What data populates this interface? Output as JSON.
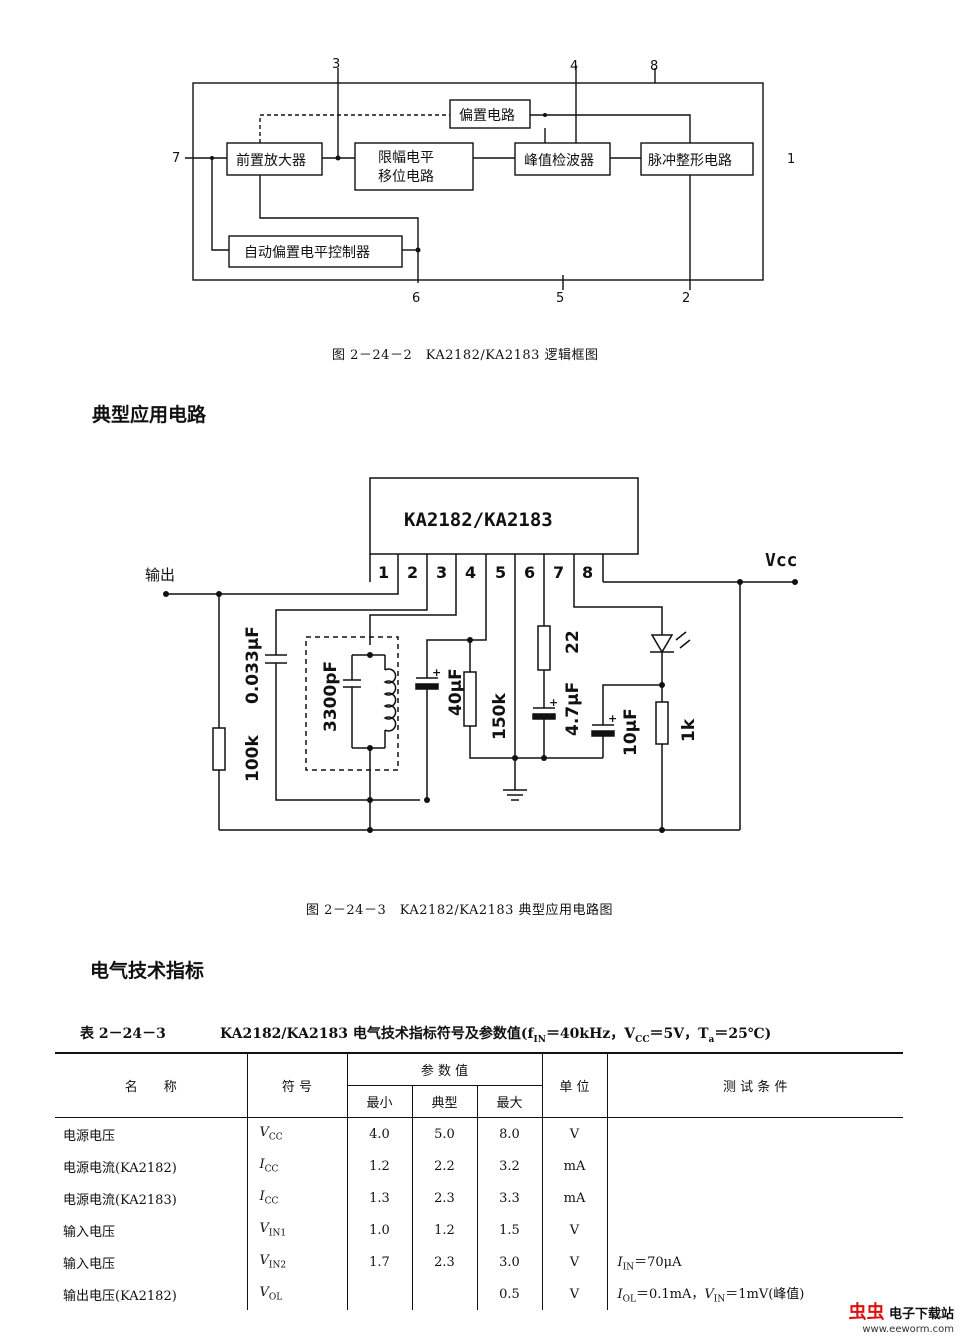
{
  "diagram1": {
    "blocks": {
      "preamp": "前置放大器",
      "limiter_line1": "限幅电平",
      "limiter_line2": "移位电路",
      "bias": "偏置电路",
      "peak": "峰值检波器",
      "pulse": "脉冲整形电路",
      "auto_bias": "自动偏置电平控制器"
    },
    "pins": {
      "p7": "7",
      "p3": "3",
      "p4": "4",
      "p8": "8",
      "p1": "1",
      "p6": "6",
      "p5": "5",
      "p2": "2"
    },
    "caption": "图 2－24－2　KA2182/KA2183 逻辑框图"
  },
  "section_typical": "典型应用电路",
  "diagram2": {
    "chip_label": "KA2182/KA2183",
    "pins": [
      "1",
      "2",
      "3",
      "4",
      "5",
      "6",
      "7",
      "8"
    ],
    "output_label": "输出",
    "vcc_label": "Vcc",
    "components": {
      "r100k": "100k",
      "c0033": "0.033μF",
      "c3300": "3300pF",
      "c40": "40μF",
      "r150k": "150k",
      "r22": "22",
      "c47": "4.7μF",
      "c10": "10μF",
      "r1k": "1k"
    },
    "caption": "图 2－24－3　KA2182/KA2183 典型应用电路图"
  },
  "section_electrical": "电气技术指标",
  "table": {
    "title_left": "表 2－24－3",
    "title_main": "KA2182/KA2183 电气技术指标符号及参数值(f",
    "title_fin_sub": "IN",
    "title_mid1": "＝40kHz，V",
    "title_vcc_sub": "CC",
    "title_mid2": "＝5V，T",
    "title_ta_sub": "a",
    "title_end": "＝25℃)",
    "headers": {
      "name": "名　　称",
      "symbol": "符 号",
      "params": "参 数 值",
      "min": "最小",
      "typ": "典型",
      "max": "最大",
      "unit": "单 位",
      "cond": "测 试 条 件"
    },
    "rows": [
      {
        "name": "电源电压",
        "sym": "V",
        "sub": "CC",
        "min": "4.0",
        "typ": "5.0",
        "max": "8.0",
        "unit": "V",
        "cond": ""
      },
      {
        "name": "电源电流(KA2182)",
        "sym": "I",
        "sub": "CC",
        "min": "1.2",
        "typ": "2.2",
        "max": "3.2",
        "unit": "mA",
        "cond": ""
      },
      {
        "name": "电源电流(KA2183)",
        "sym": "I",
        "sub": "CC",
        "min": "1.3",
        "typ": "2.3",
        "max": "3.3",
        "unit": "mA",
        "cond": ""
      },
      {
        "name": "输入电压",
        "sym": "V",
        "sub": "IN1",
        "min": "1.0",
        "typ": "1.2",
        "max": "1.5",
        "unit": "V",
        "cond": ""
      },
      {
        "name": "输入电压",
        "sym": "V",
        "sub": "IN2",
        "min": "1.7",
        "typ": "2.3",
        "max": "3.0",
        "unit": "V",
        "cond": "I_IN＝70μA"
      },
      {
        "name": "输出电压(KA2182)",
        "sym": "V",
        "sub": "OL",
        "min": "",
        "typ": "",
        "max": "0.5",
        "unit": "V",
        "cond": "I_OL＝0.1mA，V_IN＝1mV(峰值)"
      }
    ]
  },
  "watermark": {
    "logo": "虫虫",
    "text": "电子下载站",
    "url": "www.eeworm.com"
  }
}
